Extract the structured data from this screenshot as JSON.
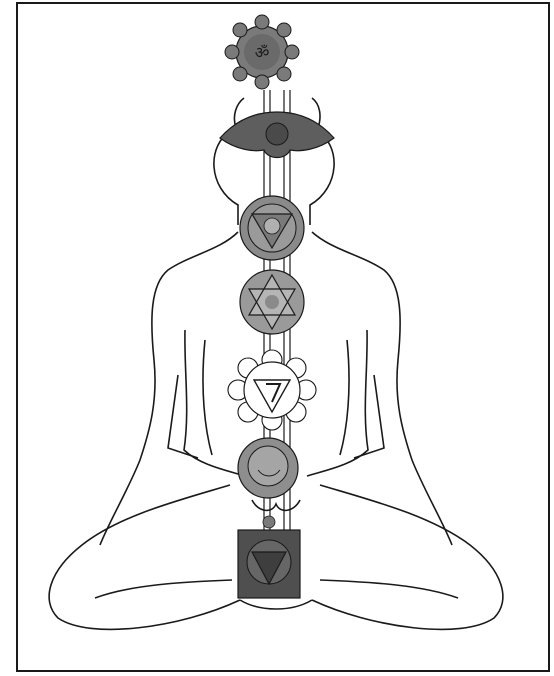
{
  "figure": {
    "subject": "",
    "chakras": [
      {
        "id": "crown",
        "glyph": "ॐ",
        "fill": "#7a7a7a"
      },
      {
        "id": "third-eye",
        "glyph": "",
        "fill": "#5e5e5e"
      },
      {
        "id": "throat",
        "glyph": "",
        "fill": "#8a8a8a"
      },
      {
        "id": "heart",
        "glyph": "",
        "fill": "#9a9a9a"
      },
      {
        "id": "solar-plexus",
        "glyph": "",
        "fill": "#ffffff"
      },
      {
        "id": "sacral",
        "glyph": "",
        "fill": "#8e8e8e"
      },
      {
        "id": "root",
        "glyph": "",
        "fill": "#4f4f4f"
      }
    ]
  },
  "colors": {
    "line": "#1a1a1a",
    "background": "#ffffff"
  }
}
